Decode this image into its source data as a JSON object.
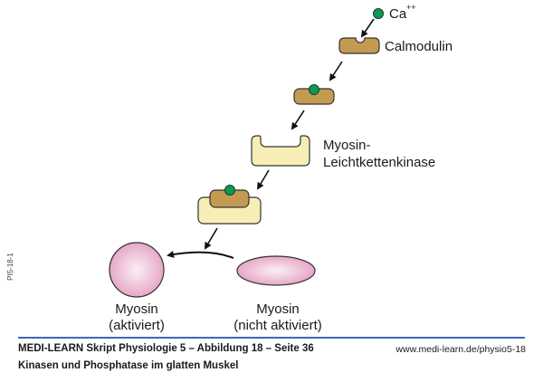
{
  "figure": {
    "side_id": "PI5-18-1",
    "labels": {
      "calcium": "Ca",
      "calcium_charge": "++",
      "calmodulin": "Calmodulin",
      "mlck_line1": "Myosin-",
      "mlck_line2": "Leichtkettenkinase",
      "myosin_active_line1": "Myosin",
      "myosin_active_line2": "(aktiviert)",
      "myosin_inactive_line1": "Myosin",
      "myosin_inactive_line2": "(nicht aktiviert)"
    },
    "colors": {
      "calcium": "#0c9a52",
      "calmodulin": "#c29a52",
      "kinase": "#f7eeb5",
      "myosin_center": "#fbf0f5",
      "myosin_edge": "#e6a8c8",
      "outline": "#333333",
      "footer_rule": "#3d6ab5"
    }
  },
  "footer": {
    "title": "MEDI-LEARN Skript Physiologie 5 – Abbildung 18 – Seite 36",
    "subtitle": "Kinasen und Phosphatase im glatten Muskel",
    "url": "www.medi-learn.de/physio5-18"
  }
}
